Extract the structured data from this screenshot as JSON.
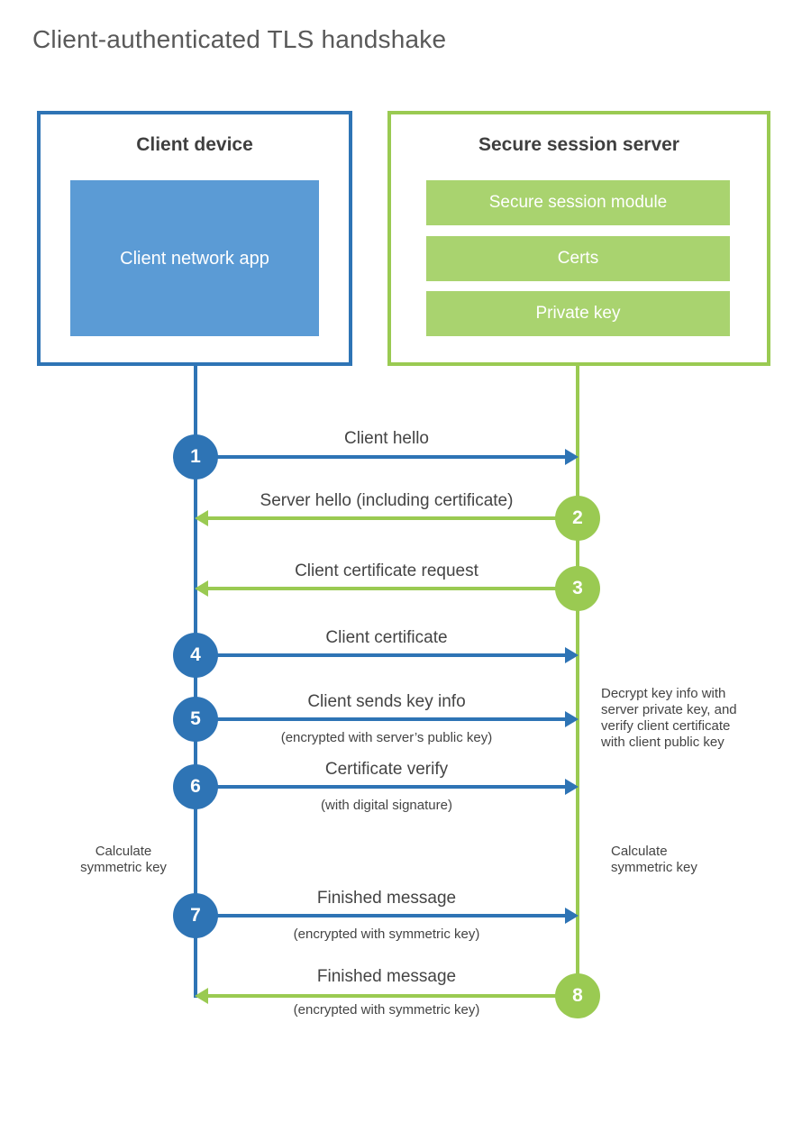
{
  "title": "Client-authenticated TLS handshake",
  "colors": {
    "blue_accent": "#2e74b5",
    "blue_fill": "#5b9bd5",
    "green_accent": "#9aca52",
    "green_fill": "#a9d36f",
    "heading_text": "#3f3f3f",
    "label_text": "#444444",
    "title_text": "#595959"
  },
  "client": {
    "title": "Client device",
    "app_label": "Client network app"
  },
  "server": {
    "title": "Secure session server",
    "modules": [
      "Secure session module",
      "Certs",
      "Private key"
    ]
  },
  "steps": [
    {
      "num": "1",
      "label": "Client hello",
      "sub": "",
      "direction": "client-to-server"
    },
    {
      "num": "2",
      "label": "Server hello (including certificate)",
      "sub": "",
      "direction": "server-to-client"
    },
    {
      "num": "3",
      "label": "Client certificate request",
      "sub": "",
      "direction": "server-to-client"
    },
    {
      "num": "4",
      "label": "Client certificate",
      "sub": "",
      "direction": "client-to-server"
    },
    {
      "num": "5",
      "label": "Client sends key info",
      "sub": "(encrypted with server’s public key)",
      "direction": "client-to-server"
    },
    {
      "num": "6",
      "label": "Certificate verify",
      "sub": "(with digital signature)",
      "direction": "client-to-server"
    },
    {
      "num": "7",
      "label": "Finished message",
      "sub": "(encrypted with symmetric key)",
      "direction": "client-to-server"
    },
    {
      "num": "8",
      "label": "Finished message",
      "sub": "(encrypted with symmetric key)",
      "direction": "server-to-client"
    }
  ],
  "annotations": {
    "decrypt_note": {
      "lines": [
        "Decrypt key info with",
        "server private key, and",
        "verify client certificate",
        "with client public key"
      ]
    },
    "calc_left": {
      "line1": "Calculate",
      "line2": "symmetric key"
    },
    "calc_right": {
      "line1": "Calculate",
      "line2": "symmetric key"
    }
  }
}
